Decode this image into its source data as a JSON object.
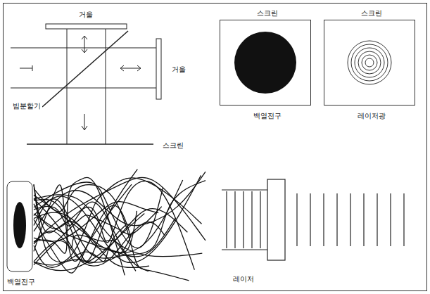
{
  "diagram": {
    "nodes": [
      {
        "text": [
          "스크린",
          "백열전구"
        ]
      },
      {
        "text": [
          "스크린",
          "레이저광"
        ]
      }
    ],
    "labels": [
      "거울",
      "거울",
      "빔분할기",
      "스크린",
      "백열전구",
      "레이저"
    ]
  }
}
